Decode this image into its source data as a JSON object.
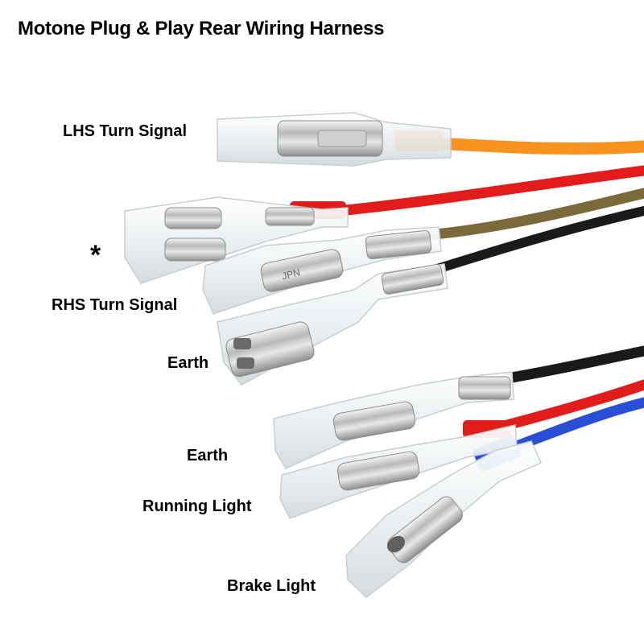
{
  "title": "Motone Plug & Play Rear Wiring Harness",
  "labels": {
    "lhs_turn_signal": "LHS Turn Signal",
    "asterisk": "*",
    "rhs_turn_signal": "RHS Turn Signal",
    "earth_upper": "Earth",
    "earth_lower": "Earth",
    "running_light": "Running Light",
    "brake_light": "Brake Light"
  },
  "wire_colors": {
    "lhs_turn_signal": "#f7931e",
    "red": "#e21b1b",
    "brown": "#7a6a3a",
    "black": "#1a1a1a",
    "blue": "#2a4fd6"
  },
  "connector_stamp": "JPN"
}
